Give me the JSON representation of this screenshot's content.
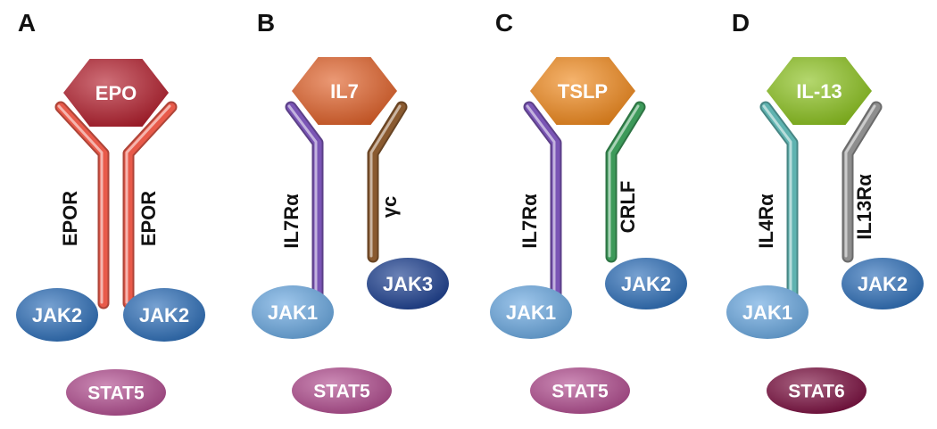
{
  "panels": [
    {
      "letter": "A",
      "ligand": {
        "label": "EPO",
        "color": "#b3202e"
      },
      "receptor_left": {
        "label": "EPOR",
        "color": "#e85a4a"
      },
      "receptor_right": {
        "label": "EPOR",
        "color": "#e85a4a"
      },
      "jak_left": {
        "label": "JAK2",
        "color": "#2e6fb8"
      },
      "jak_right": {
        "label": "JAK2",
        "color": "#2e6fb8"
      },
      "stat": {
        "label": "STAT5",
        "color": "#b04c8e"
      }
    },
    {
      "letter": "B",
      "ligand": {
        "label": "IL7",
        "color": "#e0622a"
      },
      "receptor_left": {
        "label": "IL7Rα",
        "color": "#7a55b5"
      },
      "receptor_right": {
        "label": "γc",
        "color": "#8a5a30"
      },
      "jak_left": {
        "label": "JAK1",
        "color": "#6aa8e0"
      },
      "jak_right": {
        "label": "JAK3",
        "color": "#1c3f8f"
      },
      "stat": {
        "label": "STAT5",
        "color": "#b04c8e"
      }
    },
    {
      "letter": "C",
      "ligand": {
        "label": "TSLP",
        "color": "#f08a1e"
      },
      "receptor_left": {
        "label": "IL7Rα",
        "color": "#7a55b5"
      },
      "receptor_right": {
        "label": "CRLF",
        "color": "#3d9a5a"
      },
      "jak_left": {
        "label": "JAK1",
        "color": "#6aa8e0"
      },
      "jak_right": {
        "label": "JAK2",
        "color": "#2e6fb8"
      },
      "stat": {
        "label": "STAT5",
        "color": "#b04c8e"
      }
    },
    {
      "letter": "D",
      "ligand": {
        "label": "IL-13",
        "color": "#8cc220"
      },
      "receptor_left": {
        "label": "IL4Rα",
        "color": "#5fb3b0"
      },
      "receptor_right": {
        "label": "IL13Rα",
        "color": "#8e8e8e"
      },
      "jak_left": {
        "label": "JAK1",
        "color": "#6aa8e0"
      },
      "jak_right": {
        "label": "JAK2",
        "color": "#2e6fb8"
      },
      "stat": {
        "label": "STAT6",
        "color": "#7a0f3f"
      }
    }
  ]
}
